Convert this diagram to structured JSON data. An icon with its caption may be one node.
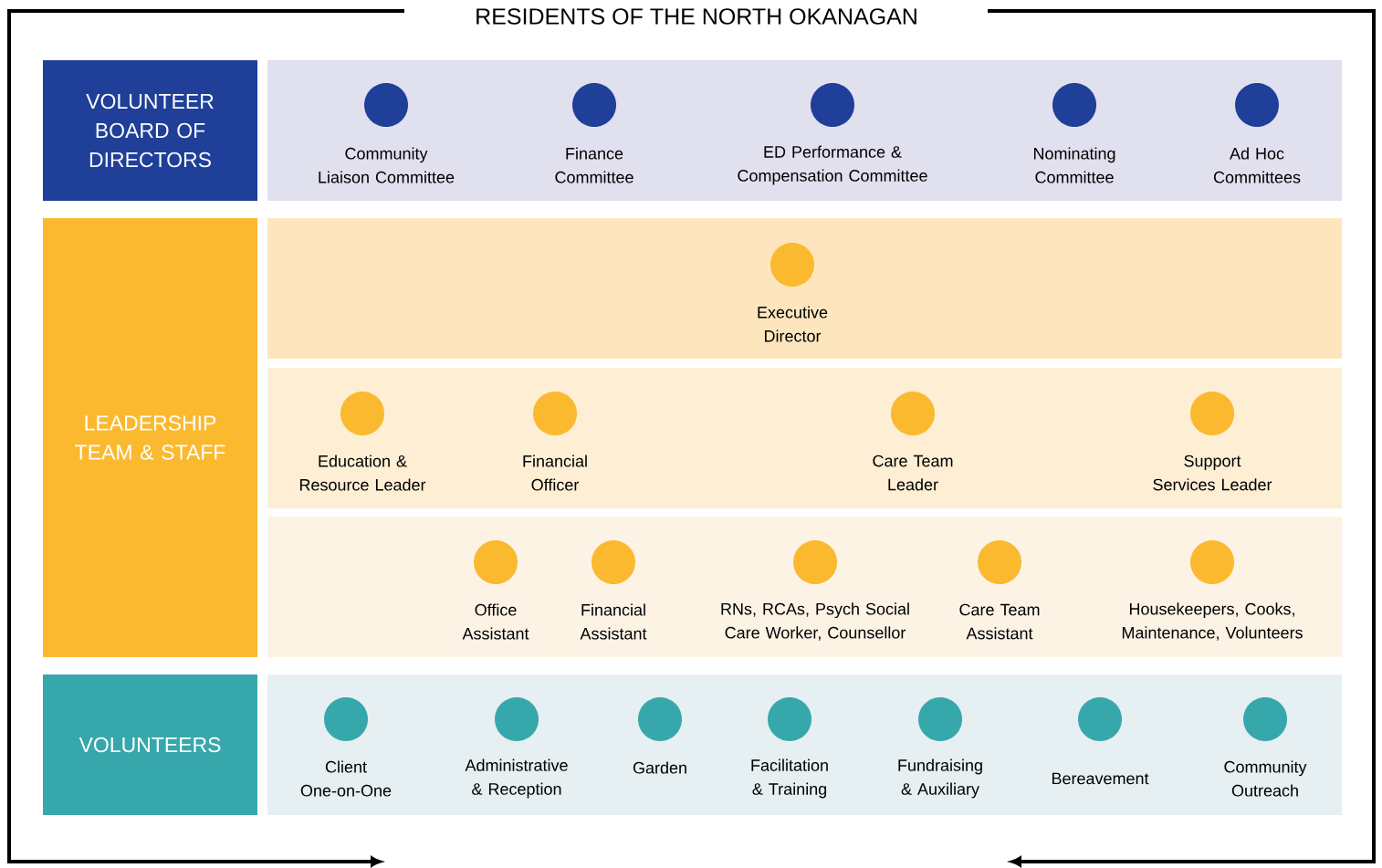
{
  "diagram": {
    "title": "RESIDENTS OF THE NORTH OKANAGAN",
    "nodes": [
      {
        "text": [
          "VOLUNTEER BOARD OF DIRECTORS"
        ]
      },
      {
        "text": [],
        "shape": "box"
      },
      {
        "text": [
          "Community Liaison Committee"
        ],
        "in": 1
      },
      {
        "text": [
          "Finance Committee"
        ],
        "in": 1
      },
      {
        "text": [
          "ED Performance & Compensation Committee"
        ],
        "in": 1
      },
      {
        "text": [
          "Nominating Committee"
        ],
        "in": 1
      },
      {
        "text": [
          "Ad Hoc Committees"
        ],
        "in": 1
      },
      {
        "text": [
          "LEADERSHIP TEAM & STAFF"
        ]
      },
      {
        "text": [],
        "shape": "box"
      },
      {
        "text": [
          "Executive Director"
        ],
        "in": 8
      },
      {
        "text": [],
        "shape": "box"
      },
      {
        "text": [
          "Education & Resource Leader"
        ],
        "in": 10
      },
      {
        "text": [
          "Financial Officer"
        ],
        "in": 10
      },
      {
        "text": [
          "Care Team Leader"
        ],
        "in": 10
      },
      {
        "text": [
          "Support Services Leader"
        ],
        "in": 10
      },
      {
        "text": [],
        "shape": "box"
      },
      {
        "text": [
          "Office Assistant"
        ],
        "in": 15
      },
      {
        "text": [
          "Financial Assistant"
        ],
        "in": 15
      },
      {
        "text": [
          "RNs, RCAs, Psych Social Care Worker, Counsellor"
        ],
        "in": 15
      },
      {
        "text": [
          "Care Team Assistant"
        ],
        "in": 15
      },
      {
        "text": [
          "Housekeepers, Cooks, Maintenance, Volunteers"
        ],
        "in": 15
      },
      {
        "text": [
          "VOLUNTEERS"
        ]
      },
      {
        "text": [],
        "shape": "box"
      },
      {
        "text": [
          "Client One-on-One"
        ],
        "in": 22
      },
      {
        "text": [
          "Administrative & Reception"
        ],
        "in": 22
      },
      {
        "text": [
          "Garden"
        ],
        "in": 22
      },
      {
        "text": [
          "Facilitation & Training"
        ],
        "in": 22
      },
      {
        "text": [
          "Fundraising & Auxiliary"
        ],
        "in": 22
      },
      {
        "text": [
          "Bereavement"
        ],
        "in": 22
      },
      {
        "text": [
          "Community Outreach"
        ],
        "in": 22
      }
    ]
  }
}
